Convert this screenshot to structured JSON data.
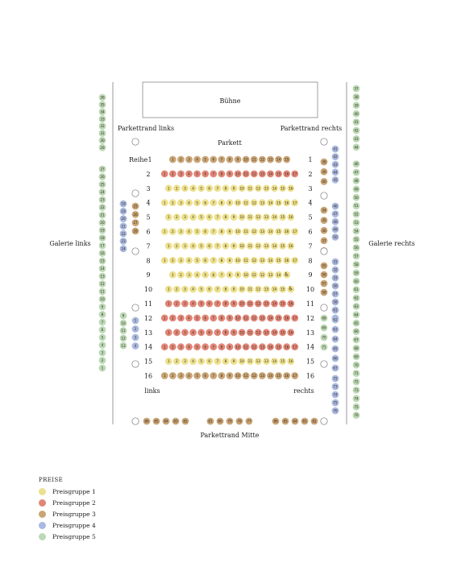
{
  "labels": {
    "stage": "Bühne",
    "parkett": "Parkett",
    "parkettrand_links": "Parkettrand links",
    "parkettrand_rechts": "Parkettrand rechts",
    "parkettrand_mitte": "Parkettrand Mitte",
    "galerie_links": "Galerie links",
    "galerie_rechts": "Galerie rechts",
    "links": "links",
    "rechts": "rechts",
    "reihe": "Reihe"
  },
  "legend": {
    "title": "PREISE",
    "items": [
      {
        "label": "Preisgruppe 1",
        "color": "#ede08e"
      },
      {
        "label": "Preisgruppe 2",
        "color": "#e08677"
      },
      {
        "label": "Preisgruppe 3",
        "color": "#c9a576"
      },
      {
        "label": "Preisgruppe 4",
        "color": "#a9b9e0"
      },
      {
        "label": "Preisgruppe 5",
        "color": "#bcd9b6"
      }
    ]
  },
  "rows": [
    {
      "n": "1",
      "group": 3,
      "seats": [
        "1",
        "2",
        "3",
        "4",
        "5",
        "6",
        "7",
        "8",
        "9",
        "10",
        "11",
        "12",
        "13",
        "14",
        "15"
      ]
    },
    {
      "n": "2",
      "group": 2,
      "seats": [
        "1",
        "2",
        "3",
        "4",
        "5",
        "6",
        "7",
        "8",
        "9",
        "10",
        "11",
        "12",
        "13",
        "14",
        "15",
        "16",
        "17"
      ]
    },
    {
      "n": "3",
      "group": 1,
      "seats": [
        "1",
        "2",
        "3",
        "4",
        "5",
        "6",
        "7",
        "8",
        "9",
        "10",
        "11",
        "12",
        "13",
        "14",
        "15",
        "16"
      ]
    },
    {
      "n": "4",
      "group": 1,
      "seats": [
        "1",
        "2",
        "3",
        "4",
        "5",
        "6",
        "7",
        "8",
        "9",
        "10",
        "11",
        "12",
        "13",
        "14",
        "15",
        "16",
        "17"
      ]
    },
    {
      "n": "5",
      "group": 1,
      "seats": [
        "1",
        "2",
        "3",
        "4",
        "5",
        "6",
        "7",
        "8",
        "9",
        "10",
        "11",
        "12",
        "13",
        "14",
        "15",
        "16"
      ]
    },
    {
      "n": "6",
      "group": 1,
      "seats": [
        "1",
        "2",
        "3",
        "4",
        "5",
        "6",
        "7",
        "8",
        "9",
        "10",
        "11",
        "12",
        "13",
        "14",
        "15",
        "16",
        "17"
      ]
    },
    {
      "n": "7",
      "group": 1,
      "seats": [
        "1",
        "2",
        "3",
        "4",
        "5",
        "6",
        "7",
        "8",
        "9",
        "10",
        "11",
        "12",
        "13",
        "14",
        "15",
        "16"
      ]
    },
    {
      "n": "8",
      "group": 1,
      "seats": [
        "1",
        "2",
        "3",
        "4",
        "5",
        "6",
        "7",
        "8",
        "9",
        "10",
        "11",
        "12",
        "13",
        "14",
        "15",
        "16",
        "17"
      ]
    },
    {
      "n": "9",
      "group": 1,
      "seats": [
        "1",
        "2",
        "3",
        "4",
        "5",
        "6",
        "7",
        "8",
        "9",
        "10",
        "11",
        "12",
        "13",
        "14",
        "♿"
      ]
    },
    {
      "n": "10",
      "group": 1,
      "seats": [
        "1",
        "2",
        "3",
        "4",
        "5",
        "6",
        "7",
        "8",
        "9",
        "10",
        "11",
        "12",
        "13",
        "14",
        "15",
        "♿"
      ]
    },
    {
      "n": "11",
      "group": 2,
      "seats": [
        "1",
        "2",
        "3",
        "4",
        "5",
        "6",
        "7",
        "8",
        "9",
        "10",
        "11",
        "12",
        "13",
        "14",
        "15",
        "16"
      ]
    },
    {
      "n": "12",
      "group": 2,
      "seats": [
        "1",
        "2",
        "3",
        "4",
        "5",
        "6",
        "7",
        "8",
        "9",
        "10",
        "11",
        "12",
        "13",
        "14",
        "15",
        "16",
        "17"
      ]
    },
    {
      "n": "13",
      "group": 2,
      "seats": [
        "1",
        "2",
        "3",
        "4",
        "5",
        "6",
        "7",
        "8",
        "9",
        "10",
        "11",
        "12",
        "13",
        "14",
        "15",
        "16"
      ]
    },
    {
      "n": "14",
      "group": 2,
      "seats": [
        "1",
        "2",
        "3",
        "4",
        "5",
        "6",
        "7",
        "8",
        "9",
        "10",
        "11",
        "12",
        "13",
        "14",
        "15",
        "16",
        "17"
      ]
    },
    {
      "n": "15",
      "group": 1,
      "seats": [
        "1",
        "2",
        "3",
        "4",
        "5",
        "6",
        "7",
        "8",
        "9",
        "10",
        "11",
        "12",
        "13",
        "14",
        "15",
        "16"
      ]
    },
    {
      "n": "16",
      "group": 3,
      "seats": [
        "1",
        "2",
        "3",
        "4",
        "5",
        "6",
        "7",
        "8",
        "9",
        "10",
        "11",
        "12",
        "13",
        "14",
        "15",
        "16",
        "17"
      ]
    }
  ],
  "galerie_links": {
    "group": 5,
    "seats_top": [
      "36",
      "35",
      "34",
      "33",
      "32",
      "31",
      "30",
      "29"
    ],
    "seats_bottom": [
      "27",
      "26",
      "25",
      "24",
      "23",
      "22",
      "21",
      "20",
      "19",
      "18",
      "17",
      "16",
      "15",
      "14",
      "13",
      "12",
      "11",
      "10",
      "9",
      "8",
      "7",
      "6",
      "5",
      "4",
      "3",
      "2",
      "1"
    ]
  },
  "galerie_rechts": {
    "group": 5,
    "seats": [
      "37",
      "38",
      "39",
      "40",
      "41",
      "42",
      "43",
      "44",
      "",
      "46",
      "47",
      "48",
      "49",
      "50",
      "51",
      "52",
      "53",
      "54",
      "55",
      "56",
      "57",
      "58",
      "59",
      "60",
      "61",
      "62",
      "63",
      "64",
      "65",
      "66",
      "67",
      "68",
      "69",
      "70",
      "71",
      "72",
      "73",
      "74",
      "75",
      "76"
    ]
  },
  "parkettrand_links_blocks": [
    {
      "group": 4,
      "seats": [
        "18",
        "19",
        "20",
        "21",
        "22",
        "23",
        "24"
      ]
    },
    {
      "group": 3,
      "seats": [
        "25",
        "26",
        "27",
        "28"
      ]
    },
    {
      "group": 5,
      "seats": [
        "9",
        "10",
        "11",
        "12",
        "13"
      ]
    },
    {
      "group": 4,
      "seats": [
        "1",
        "2",
        "3",
        "4"
      ]
    }
  ],
  "parkettrand_rechts_blocks": [
    {
      "group": 4,
      "seats": [
        "41",
        "42",
        "43",
        "44",
        "45"
      ]
    },
    {
      "group": 3,
      "seats": [
        "38",
        "39",
        "40"
      ]
    },
    {
      "group": 4,
      "seats": [
        "46",
        "47",
        "48",
        "49",
        "50"
      ]
    },
    {
      "group": 3,
      "seats": [
        "34",
        "35",
        "36",
        "37",
        "30"
      ]
    },
    {
      "group": 4,
      "seats": [
        "31",
        "32",
        "33",
        "56",
        "57",
        "58",
        "59",
        "60"
      ]
    },
    {
      "group": 3,
      "seats": [
        "55",
        "56",
        "57",
        "58"
      ]
    },
    {
      "group": 4,
      "seats": [
        "61",
        "62",
        "63",
        "64",
        "65",
        "66",
        "67"
      ]
    },
    {
      "group": 5,
      "seats": [
        "68",
        "69",
        "70",
        "71"
      ]
    },
    {
      "group": 4,
      "seats": [
        "72",
        "73",
        "74",
        "75",
        "76"
      ]
    }
  ],
  "parkettrand_mitte": {
    "group": 3,
    "blocks": [
      [
        "86",
        "85",
        "84",
        "83",
        "82"
      ],
      [
        "81",
        "80",
        "79",
        "78",
        "77"
      ],
      [
        "86",
        "85",
        "84",
        "83",
        "82"
      ]
    ]
  }
}
